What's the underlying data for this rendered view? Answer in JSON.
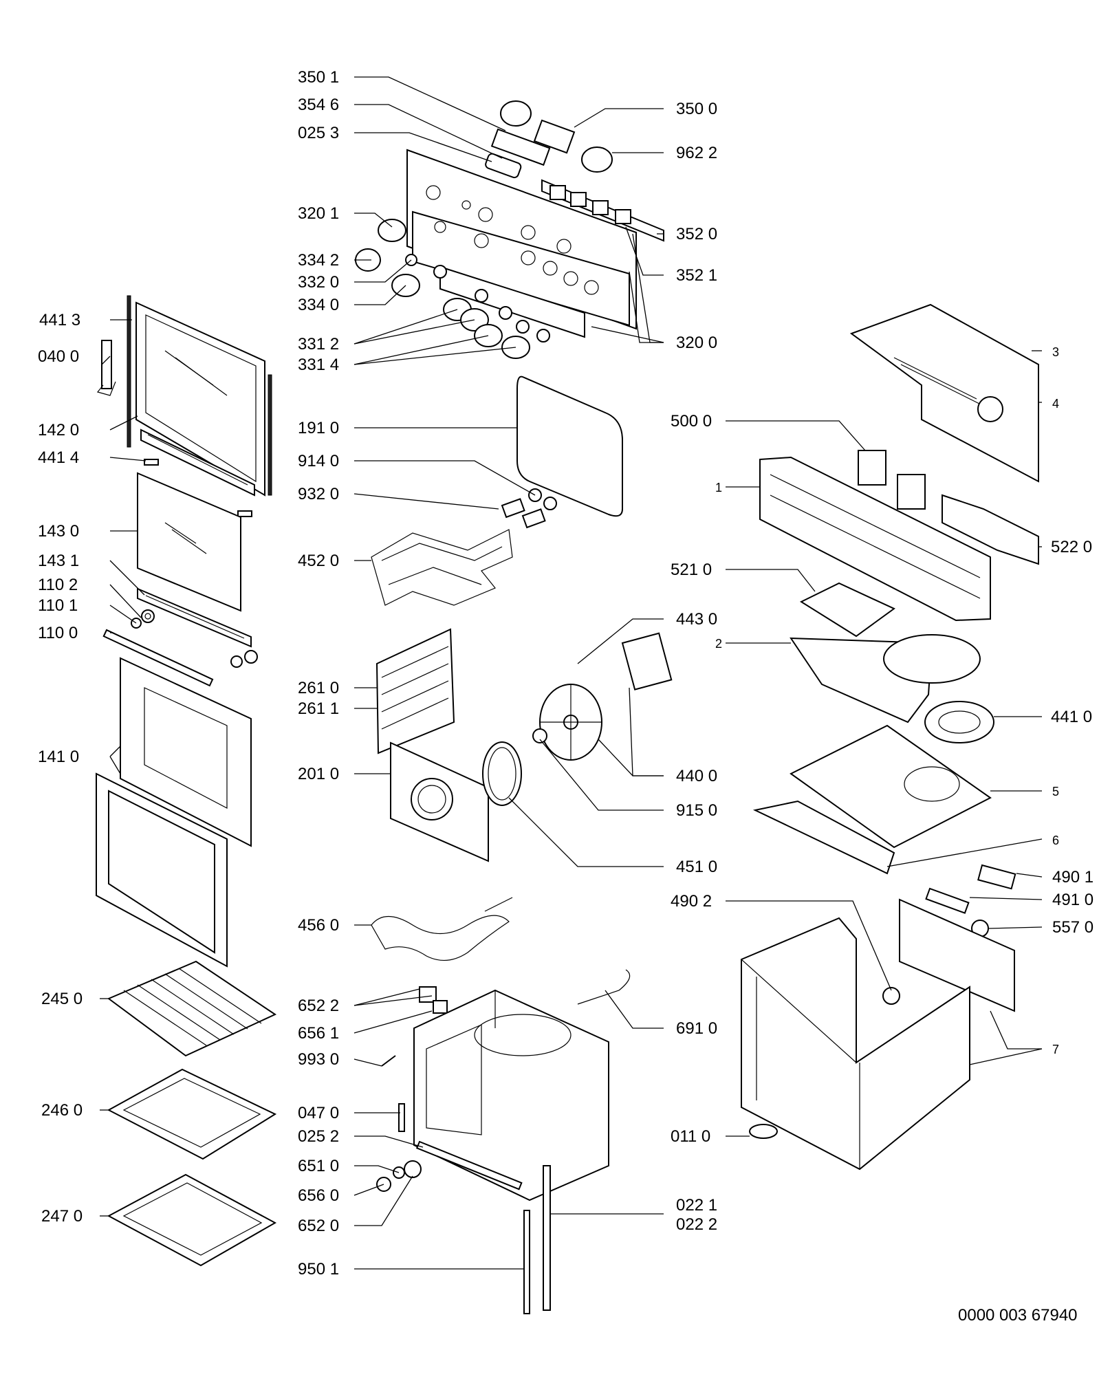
{
  "diagram": {
    "document_number": "0000 003 67940",
    "left_labels": [
      {
        "text": "441 3"
      },
      {
        "text": "040 0"
      },
      {
        "text": "142 0"
      },
      {
        "text": "441 4"
      },
      {
        "text": "143 0"
      },
      {
        "text": "143 1"
      },
      {
        "text": "110 2"
      },
      {
        "text": "110 1"
      },
      {
        "text": "110 0"
      },
      {
        "text": "141 0"
      },
      {
        "text": "245 0"
      },
      {
        "text": "246 0"
      },
      {
        "text": "247 0"
      }
    ],
    "center_left_labels": [
      {
        "text": "350 1"
      },
      {
        "text": "354 6"
      },
      {
        "text": "025 3"
      },
      {
        "text": "320 1"
      },
      {
        "text": "334 2"
      },
      {
        "text": "332 0"
      },
      {
        "text": "334 0"
      },
      {
        "text": "331 2"
      },
      {
        "text": "331 4"
      },
      {
        "text": "191 0"
      },
      {
        "text": "914 0"
      },
      {
        "text": "932 0"
      },
      {
        "text": "452 0"
      },
      {
        "text": "261 0"
      },
      {
        "text": "261 1"
      },
      {
        "text": "201 0"
      },
      {
        "text": "456 0"
      },
      {
        "text": "652 2"
      },
      {
        "text": "656 1"
      },
      {
        "text": "993 0"
      },
      {
        "text": "047 0"
      },
      {
        "text": "025 2"
      },
      {
        "text": "651 0"
      },
      {
        "text": "656 0"
      },
      {
        "text": "652 0"
      },
      {
        "text": "950 1"
      }
    ],
    "center_right_labels": [
      {
        "text": "350 0"
      },
      {
        "text": "962 2"
      },
      {
        "text": "352 0"
      },
      {
        "text": "352 1"
      },
      {
        "text": "320 0"
      },
      {
        "text": "443 0"
      },
      {
        "text": "440 0"
      },
      {
        "text": "915 0"
      },
      {
        "text": "451 0"
      },
      {
        "text": "691 0"
      },
      {
        "text": "022 1"
      },
      {
        "text": "022 2"
      }
    ],
    "right_labels": [
      {
        "text": "3"
      },
      {
        "text": "4"
      },
      {
        "text": "500 0"
      },
      {
        "text": "1"
      },
      {
        "text": "522 0"
      },
      {
        "text": "521 0"
      },
      {
        "text": "2"
      },
      {
        "text": "441 0"
      },
      {
        "text": "5"
      },
      {
        "text": "6"
      },
      {
        "text": "490 1"
      },
      {
        "text": "490 2"
      },
      {
        "text": "491 0"
      },
      {
        "text": "557 0"
      },
      {
        "text": "7"
      },
      {
        "text": "011 0"
      }
    ]
  }
}
